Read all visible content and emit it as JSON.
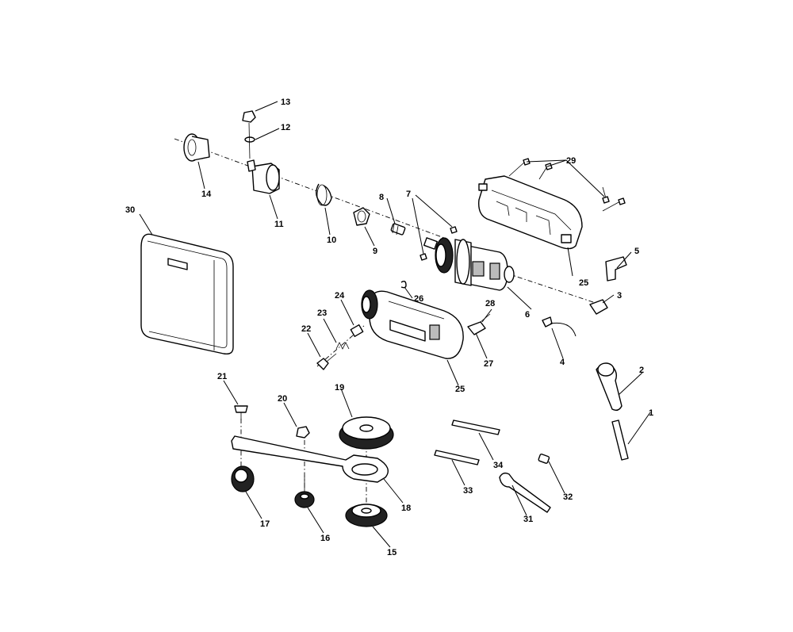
{
  "labels": {
    "p1": "1",
    "p2": "2",
    "p3": "3",
    "p4": "4",
    "p5": "5",
    "p6": "6",
    "p7": "7",
    "p8": "8",
    "p9": "9",
    "p10": "10",
    "p11": "11",
    "p12": "12",
    "p13": "13",
    "p14": "14",
    "p15": "15",
    "p16": "16",
    "p17": "17",
    "p18": "18",
    "p19": "19",
    "p20": "20",
    "p21": "21",
    "p22": "22",
    "p23": "23",
    "p24": "24",
    "p25a": "25",
    "p25b": "25",
    "p26": "26",
    "p27": "27",
    "p28": "28",
    "p29": "29",
    "p30": "30",
    "p31": "31",
    "p32": "32",
    "p33": "33",
    "p34": "34"
  }
}
